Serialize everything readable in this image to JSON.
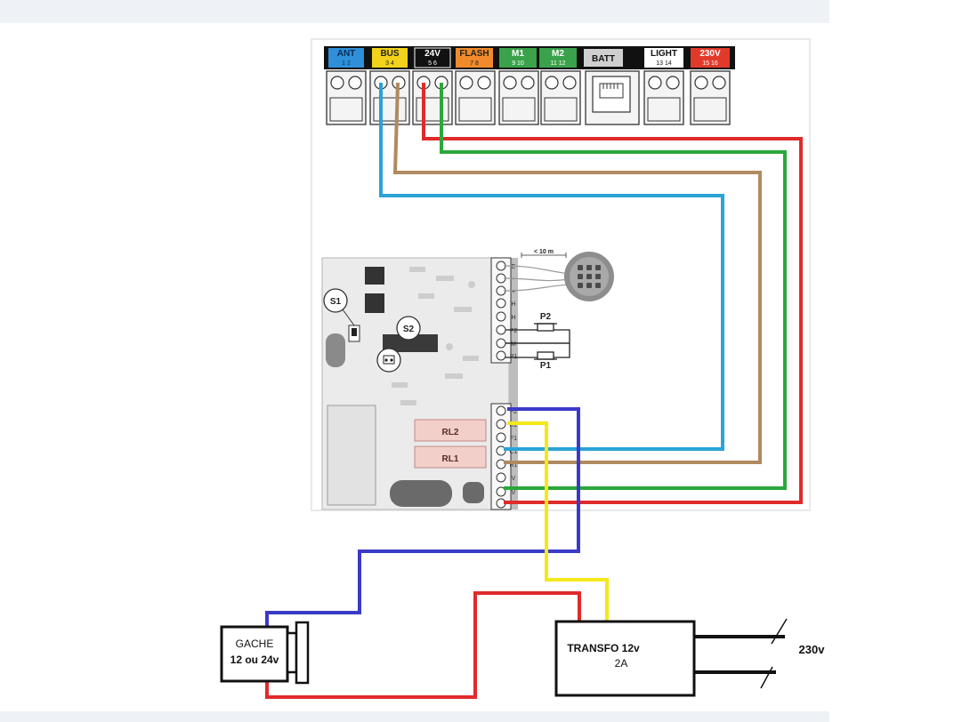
{
  "terminal_strip": {
    "labels": [
      {
        "name": "ANT",
        "nums": "1  2",
        "color": "#2f8fd8",
        "text_color": "#0a2c55"
      },
      {
        "name": "BUS",
        "nums": "3  4",
        "color": "#f2d21a",
        "text_color": "#222222"
      },
      {
        "name": "24V",
        "nums": "5  6",
        "color": "#111111",
        "text_color": "#ffffff"
      },
      {
        "name": "FLASH",
        "nums": "7  8",
        "color": "#f08a2a",
        "text_color": "#222222"
      },
      {
        "name": "M1",
        "nums": "9  10",
        "color": "#3aa24a",
        "text_color": "#ffffff"
      },
      {
        "name": "M2",
        "nums": "11  12",
        "color": "#3aa24a",
        "text_color": "#ffffff"
      },
      {
        "name": "BATT",
        "nums": "",
        "color": "#cfcfcf",
        "text_color": "#111111"
      },
      {
        "name": "LIGHT",
        "nums": "13  14",
        "color": "#ffffff",
        "text_color": "#111111"
      },
      {
        "name": "230V",
        "nums": "15  16",
        "color": "#e23a2a",
        "text_color": "#ffffff"
      }
    ]
  },
  "module": {
    "distance_label": "< 10 m",
    "s1": "S1",
    "s2": "S2",
    "p1": "P1",
    "p2": "P2",
    "rl1": "RL1",
    "rl2": "RL2",
    "top_terminals": [
      "E",
      "-",
      "+",
      "H",
      "H",
      "P2",
      "M",
      "P1"
    ],
    "bottom_terminals": [
      "F2",
      "R2",
      "F1",
      "C1",
      "R1",
      "V",
      "V"
    ]
  },
  "gache": {
    "line1": "GACHE",
    "line2": "12 ou 24v"
  },
  "transfo": {
    "line1": "TRANSFO 12v",
    "line2": "2A"
  },
  "mains": {
    "label": "230v"
  },
  "colors": {
    "red": "#e02a2a",
    "green": "#2aa83a",
    "brown": "#b08a60",
    "cyan": "#2aa3d6",
    "blue": "#3a3ac8",
    "yellow": "#f4e81a"
  }
}
